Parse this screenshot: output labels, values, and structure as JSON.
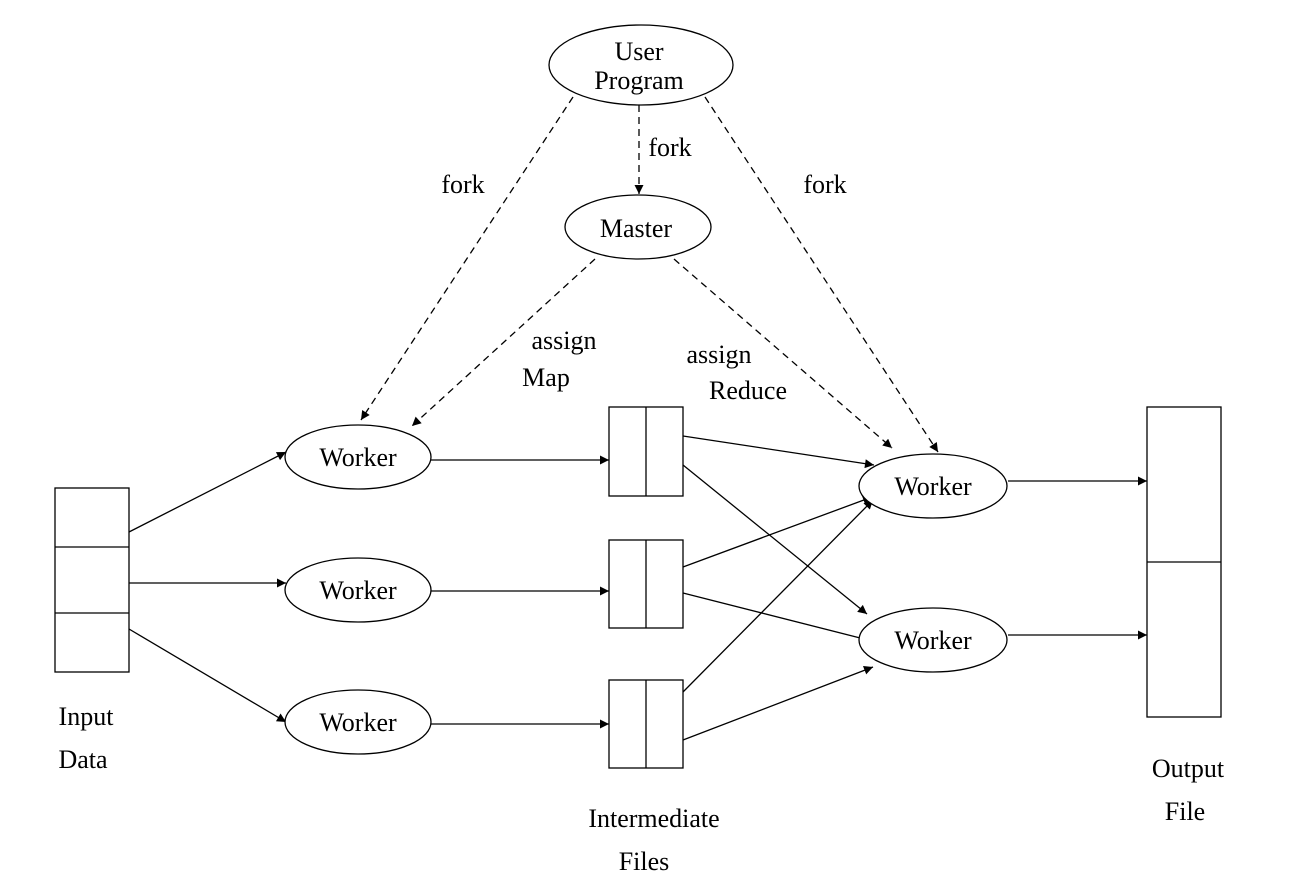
{
  "nodes": {
    "user_program": {
      "line1": "User",
      "line2": "Program"
    },
    "master": "Master",
    "map_workers": [
      "Worker",
      "Worker",
      "Worker"
    ],
    "reduce_workers": [
      "Worker",
      "Worker"
    ]
  },
  "edge_labels": {
    "fork_left": "fork",
    "fork_center": "fork",
    "fork_right": "fork",
    "assign_map": {
      "line1": "assign",
      "line2": "Map"
    },
    "assign_reduce": {
      "line1": "assign",
      "line2": "Reduce"
    }
  },
  "labels": {
    "input_data": {
      "line1": "Input",
      "line2": "Data"
    },
    "intermediate_files": {
      "line1": "Intermediate",
      "line2": "Files"
    },
    "output_file": {
      "line1": "Output",
      "line2": "File"
    }
  },
  "colors": {
    "stroke": "#000000",
    "background": "#ffffff"
  }
}
